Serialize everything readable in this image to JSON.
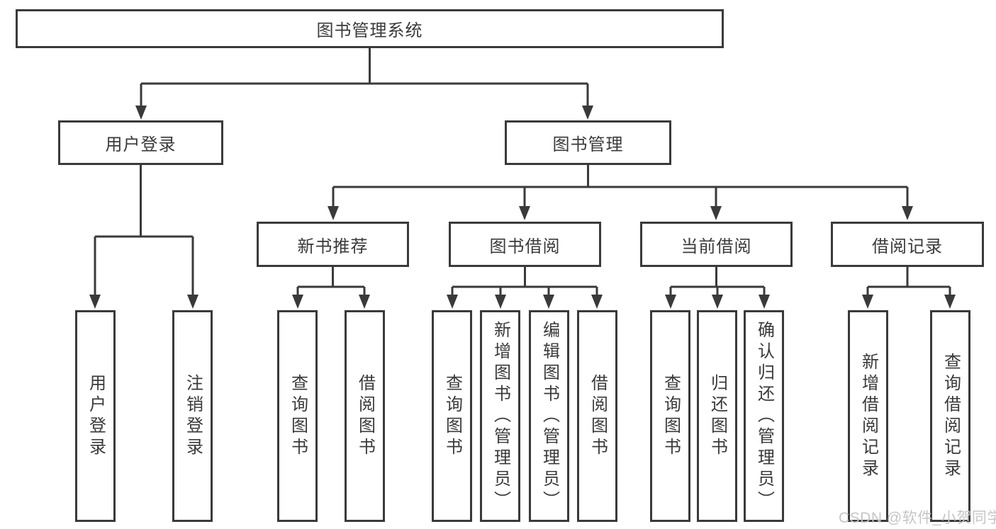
{
  "diagram": {
    "root": {
      "label": "图书管理系统"
    },
    "level2": [
      {
        "label": "用户登录"
      },
      {
        "label": "图书管理"
      }
    ],
    "level3": [
      {
        "label": "新书推荐"
      },
      {
        "label": "图书借阅"
      },
      {
        "label": "当前借阅"
      },
      {
        "label": "借阅记录"
      }
    ],
    "leaves": {
      "user_login": [
        "用户登录",
        "注销登录"
      ],
      "new_book": [
        "查询图书",
        "借阅图书"
      ],
      "borrow": [
        "查询图书",
        "新增图书（管理员）",
        "编辑图书（管理员）",
        "借阅图书"
      ],
      "current": [
        "查询图书",
        "归还图书",
        "确认归还（管理员）"
      ],
      "records": [
        "新增借阅记录",
        "查询借阅记录"
      ]
    }
  },
  "watermark": {
    "text": "CSDN @软件_小贺同学",
    "color": "#c6c6c6"
  },
  "colors": {
    "line": "#3a3a3a",
    "text": "#3a3a3a",
    "background": "#ffffff"
  }
}
